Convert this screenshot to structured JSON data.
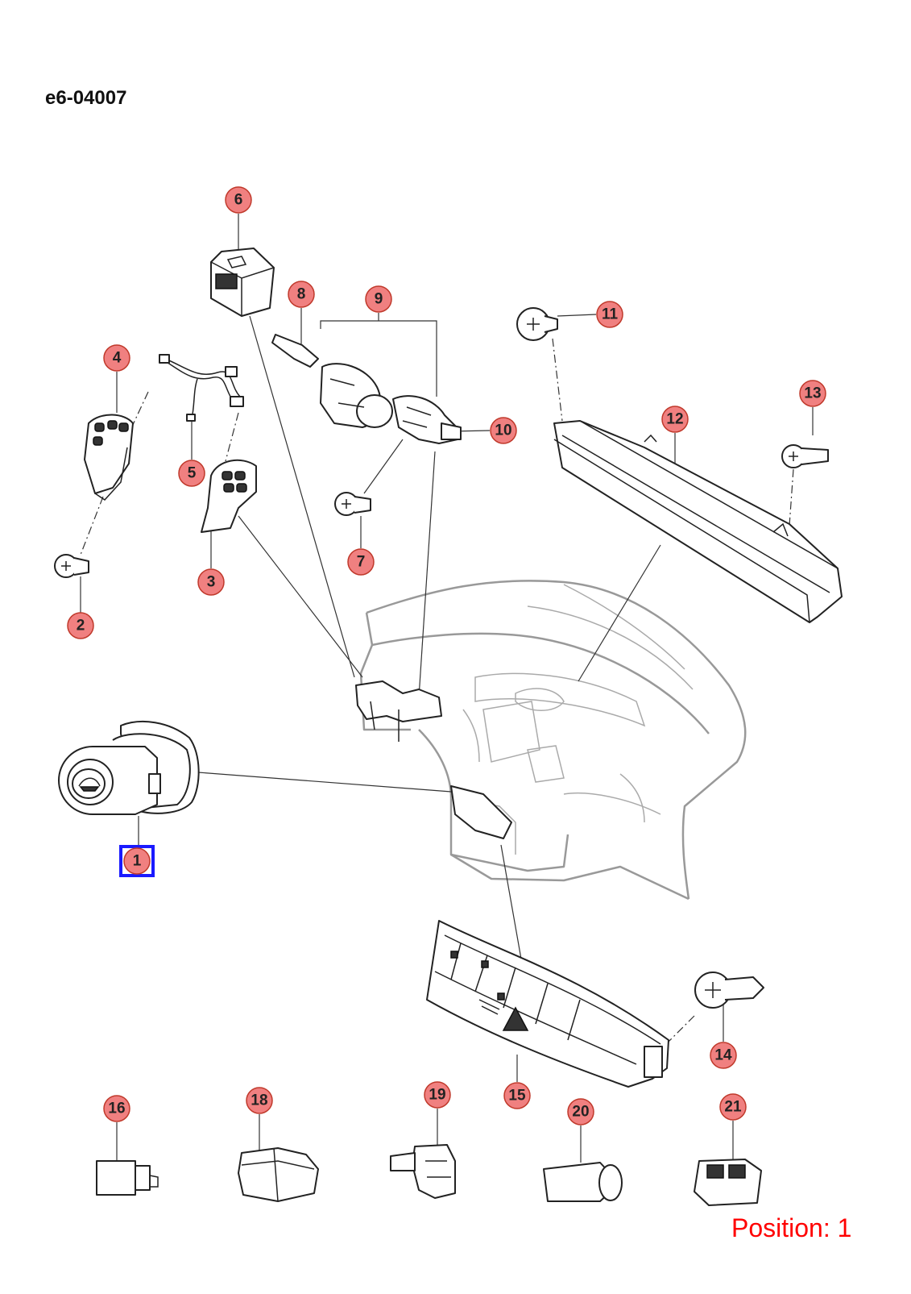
{
  "diagram": {
    "code": "e6-04007",
    "position_label": "Position: 1",
    "callout_fill": "#f08080",
    "callout_stroke": "#c0392b",
    "selected_stroke": "#1a1aff",
    "selected_callout": "1",
    "callouts": [
      "1",
      "2",
      "3",
      "4",
      "5",
      "6",
      "7",
      "8",
      "9",
      "10",
      "11",
      "12",
      "13",
      "14",
      "15",
      "16",
      "18",
      "19",
      "20",
      "21"
    ]
  }
}
